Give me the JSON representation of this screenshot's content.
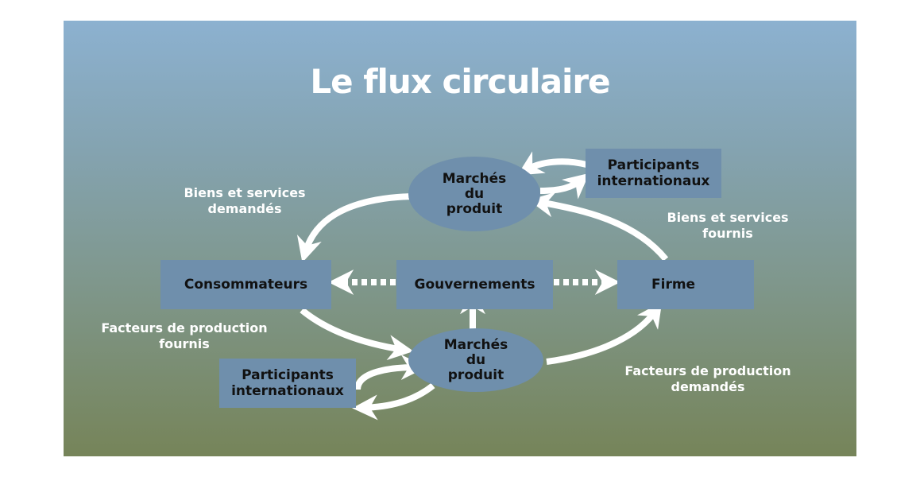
{
  "title": "Le flux circulaire",
  "nodes": {
    "consumers": "Consommateurs",
    "government": "Gouvernements",
    "firm": "Firme",
    "product_market_top": {
      "line1": "Marchés",
      "line2": "du",
      "line3": "produit"
    },
    "product_market_bottom": {
      "line1": "Marchés",
      "line2": "du",
      "line3": "produit"
    },
    "intl_top": {
      "line1": "Participants",
      "line2": "internationaux"
    },
    "intl_bottom": {
      "line1": "Participants",
      "line2": "internationaux"
    }
  },
  "flow_labels": {
    "goods_demanded": {
      "line1": "Biens et services",
      "line2": "demandés"
    },
    "goods_supplied": {
      "line1": "Biens et services",
      "line2": "fournis"
    },
    "factors_supplied": {
      "line1": "Facteurs de production",
      "line2": "fournis"
    },
    "factors_demanded": {
      "line1": "Facteurs de production",
      "line2": "demandés"
    }
  },
  "colors": {
    "node_fill": "#6f8fac",
    "arrow": "#ffffff",
    "background_top": "#8cb1d0",
    "background_bottom": "#768459"
  }
}
